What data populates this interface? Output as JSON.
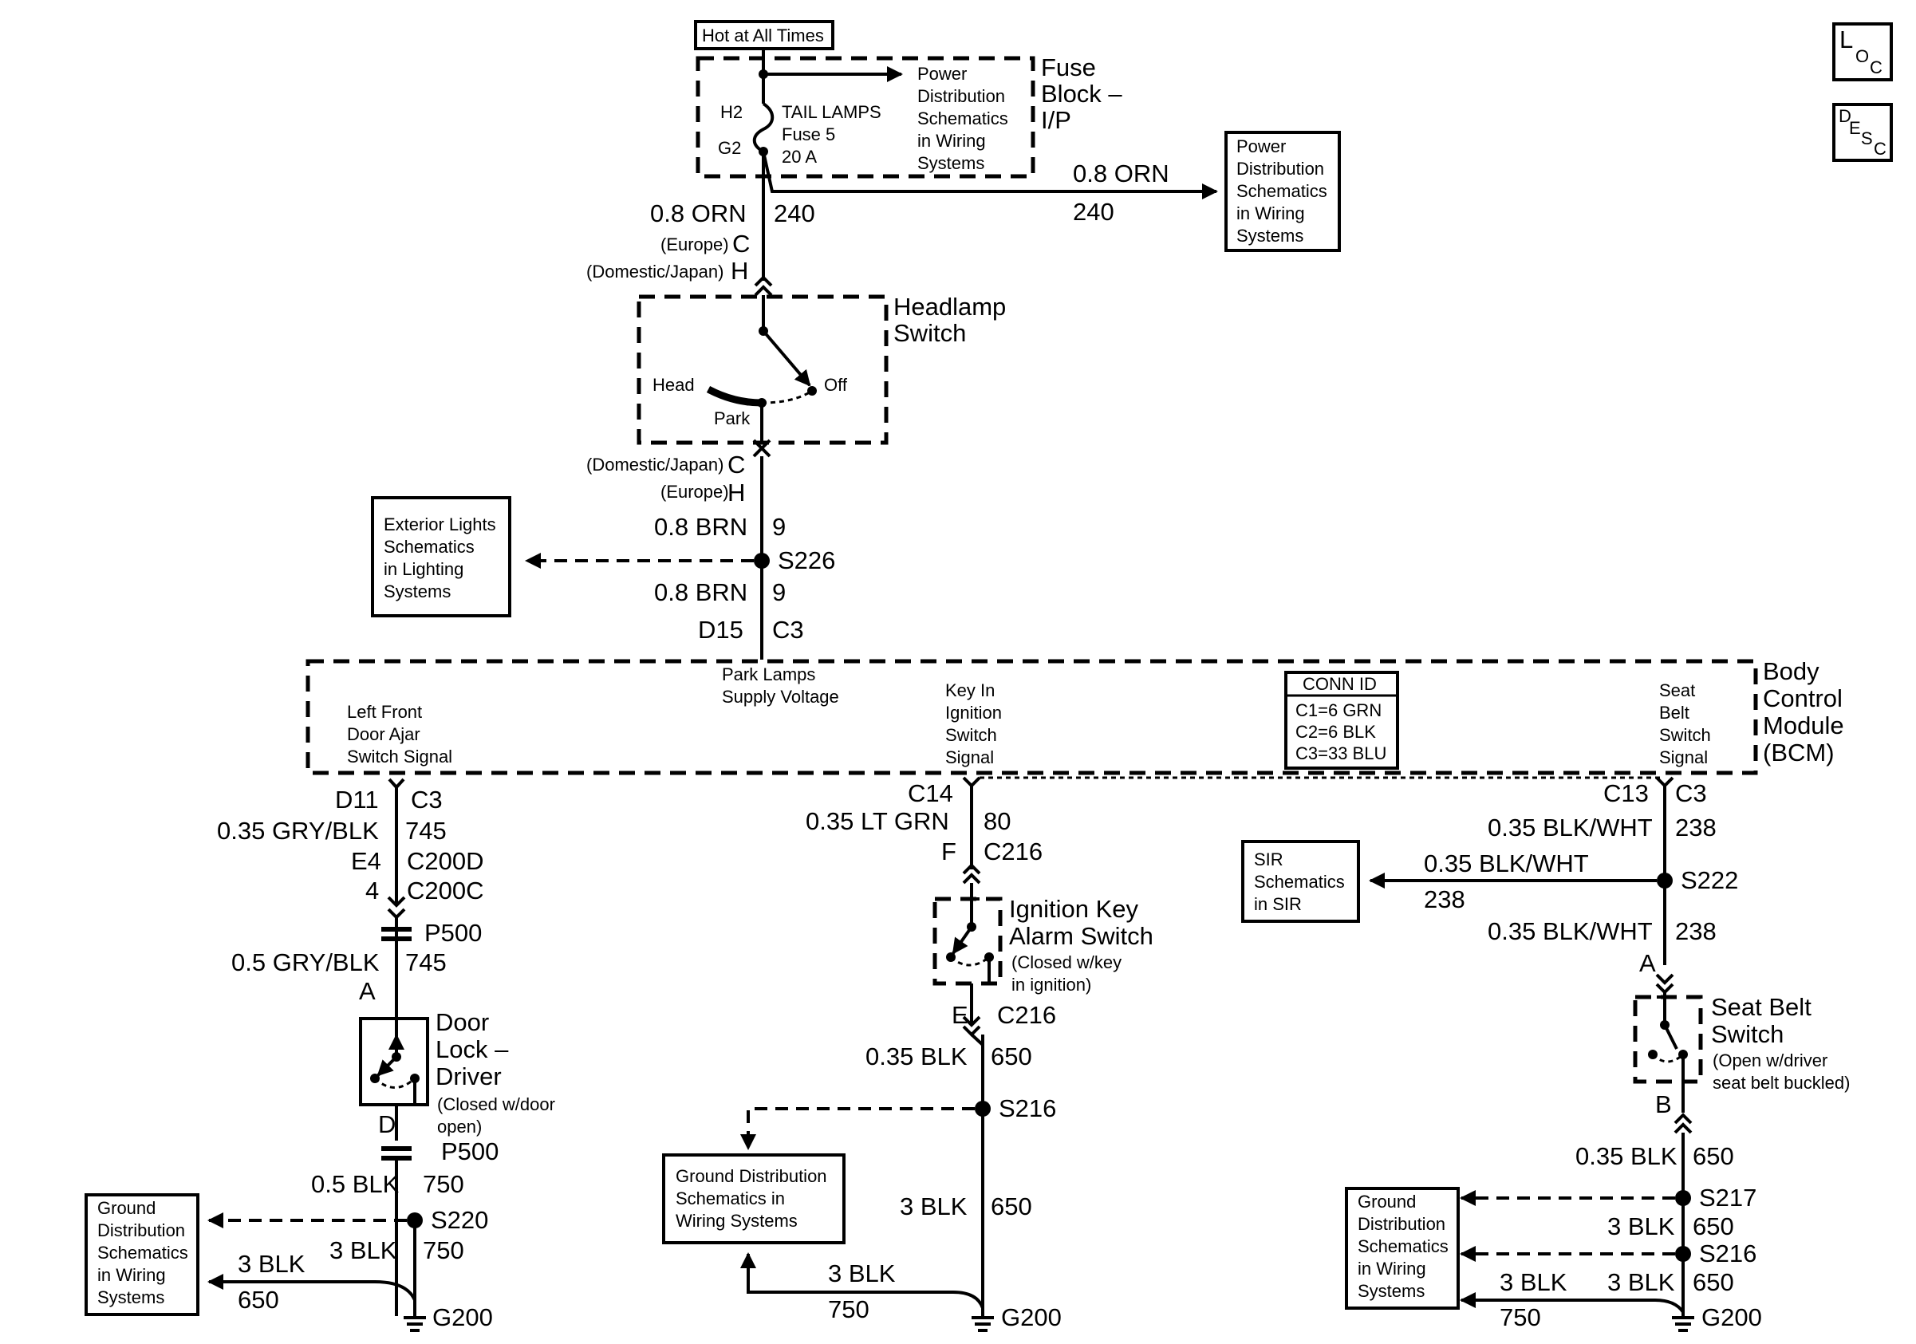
{
  "title_top": "Hot at All Times",
  "loc_icon": {
    "l": "L",
    "o": "O",
    "c": "C"
  },
  "desc_icon": {
    "d": "D",
    "e": "E",
    "s": "S",
    "c": "C"
  },
  "fuse_block": {
    "label": [
      "Fuse",
      "Block –",
      "I/P"
    ],
    "h2": "H2",
    "g2": "G2",
    "fuse_name": [
      "TAIL LAMPS",
      "Fuse 5",
      "20 A"
    ],
    "power_ref": [
      "Power",
      "Distribution",
      "Schematics",
      "in Wiring",
      "Systems"
    ]
  },
  "power_box": [
    "Power",
    "Distribution",
    "Schematics",
    "in Wiring",
    "Systems"
  ],
  "wire_240_right": {
    "color": "0.8 ORN",
    "circuit": "240"
  },
  "wire_240_down": {
    "color": "0.8 ORN",
    "circuit": "240"
  },
  "hs_conn_top": {
    "europe": "(Europe)",
    "europe_pin": "C",
    "dom": "(Domestic/Japan)",
    "dom_pin": "H"
  },
  "headlamp_switch": {
    "label": [
      "Headlamp",
      "Switch"
    ],
    "head": "Head",
    "off": "Off",
    "park": "Park"
  },
  "hs_conn_bot": {
    "dom": "(Domestic/Japan)",
    "dom_pin": "C",
    "europe": "(Europe)",
    "europe_pin": "H"
  },
  "ext_box": [
    "Exterior Lights",
    "Schematics",
    "in Lighting",
    "Systems"
  ],
  "wire_9_a": {
    "color": "0.8 BRN",
    "circuit": "9"
  },
  "splice_s226": "S226",
  "wire_9_b": {
    "color": "0.8 BRN",
    "circuit": "9"
  },
  "bcm_in": {
    "pin": "D15",
    "conn": "C3"
  },
  "bcm": {
    "label": [
      "Body",
      "Control",
      "Module",
      "(BCM)"
    ],
    "park_signal": [
      "Park Lamps",
      "Supply Voltage"
    ],
    "door_signal": [
      "Left Front",
      "Door Ajar",
      "Switch Signal"
    ],
    "key_signal": [
      "Key In",
      "Ignition",
      "Switch",
      "Signal"
    ],
    "seat_signal": [
      "Seat",
      "Belt",
      "Switch",
      "Signal"
    ],
    "conn_id": {
      "title": "CONN ID",
      "rows": [
        "C1=6 GRN",
        "C2=6 BLK",
        "C3=33 BLU"
      ]
    }
  },
  "left": {
    "bcm_pin": "D11",
    "bcm_conn": "C3",
    "w1_color": "0.35 GRY/BLK",
    "w1_circuit": "745",
    "c200d_pin": "E4",
    "c200d": "C200D",
    "c200c_pin": "4",
    "c200c": "C200C",
    "p500_a": "P500",
    "w2_color": "0.5 GRY/BLK",
    "w2_circuit": "745",
    "pin_a": "A",
    "switch_label": [
      "Door",
      "Lock –",
      "Driver"
    ],
    "switch_note": [
      "(Closed w/door",
      "open)"
    ],
    "pin_d": "D",
    "p500_b": "P500",
    "w3_color": "0.5 BLK",
    "w3_circuit": "750",
    "splice": "S220",
    "w4_color": "3 BLK",
    "w4_circuit": "750",
    "w5_color": "3 BLK",
    "w5_circuit": "650",
    "ground": "G200",
    "ground_box": [
      "Ground",
      "Distribution",
      "Schematics",
      "in Wiring",
      "Systems"
    ]
  },
  "middle": {
    "bcm_pin": "C14",
    "w1_color": "0.35 LT GRN",
    "w1_circuit": "80",
    "c216_pin_f": "F",
    "c216_a": "C216",
    "switch_label": [
      "Ignition Key",
      "Alarm Switch"
    ],
    "switch_note": [
      "(Closed w/key",
      "in ignition)"
    ],
    "c216_pin_e": "E",
    "c216_b": "C216",
    "w2_color": "0.35 BLK",
    "w2_circuit": "650",
    "splice": "S216",
    "w3_color": "3 BLK",
    "w3_circuit": "650",
    "w4_color": "3 BLK",
    "w4_circuit": "750",
    "ground": "G200",
    "ground_box": [
      "Ground Distribution",
      "Schematics in",
      "Wiring Systems"
    ]
  },
  "right": {
    "bcm_pin": "C13",
    "bcm_conn": "C3",
    "w1_color": "0.35 BLK/WHT",
    "w1_circuit": "238",
    "sir_w_color": "0.35 BLK/WHT",
    "sir_w_circuit": "238",
    "splice_a": "S222",
    "sir_box": [
      "SIR",
      "Schematics",
      "in SIR"
    ],
    "w2_color": "0.35 BLK/WHT",
    "w2_circuit": "238",
    "pin_a": "A",
    "switch_label": [
      "Seat Belt",
      "Switch"
    ],
    "switch_note": [
      "(Open w/driver",
      "seat belt buckled)"
    ],
    "pin_b": "B",
    "w3_color": "0.35 BLK",
    "w3_circuit": "650",
    "splice_b": "S217",
    "w4_color": "3 BLK",
    "w4_circuit": "650",
    "splice_c": "S216",
    "w5_color": "3 BLK",
    "w5_circuit": "650",
    "w6_color": "3 BLK",
    "w6_circuit": "750",
    "ground": "G200",
    "ground_box": [
      "Ground",
      "Distribution",
      "Schematics",
      "in Wiring",
      "Systems"
    ]
  }
}
